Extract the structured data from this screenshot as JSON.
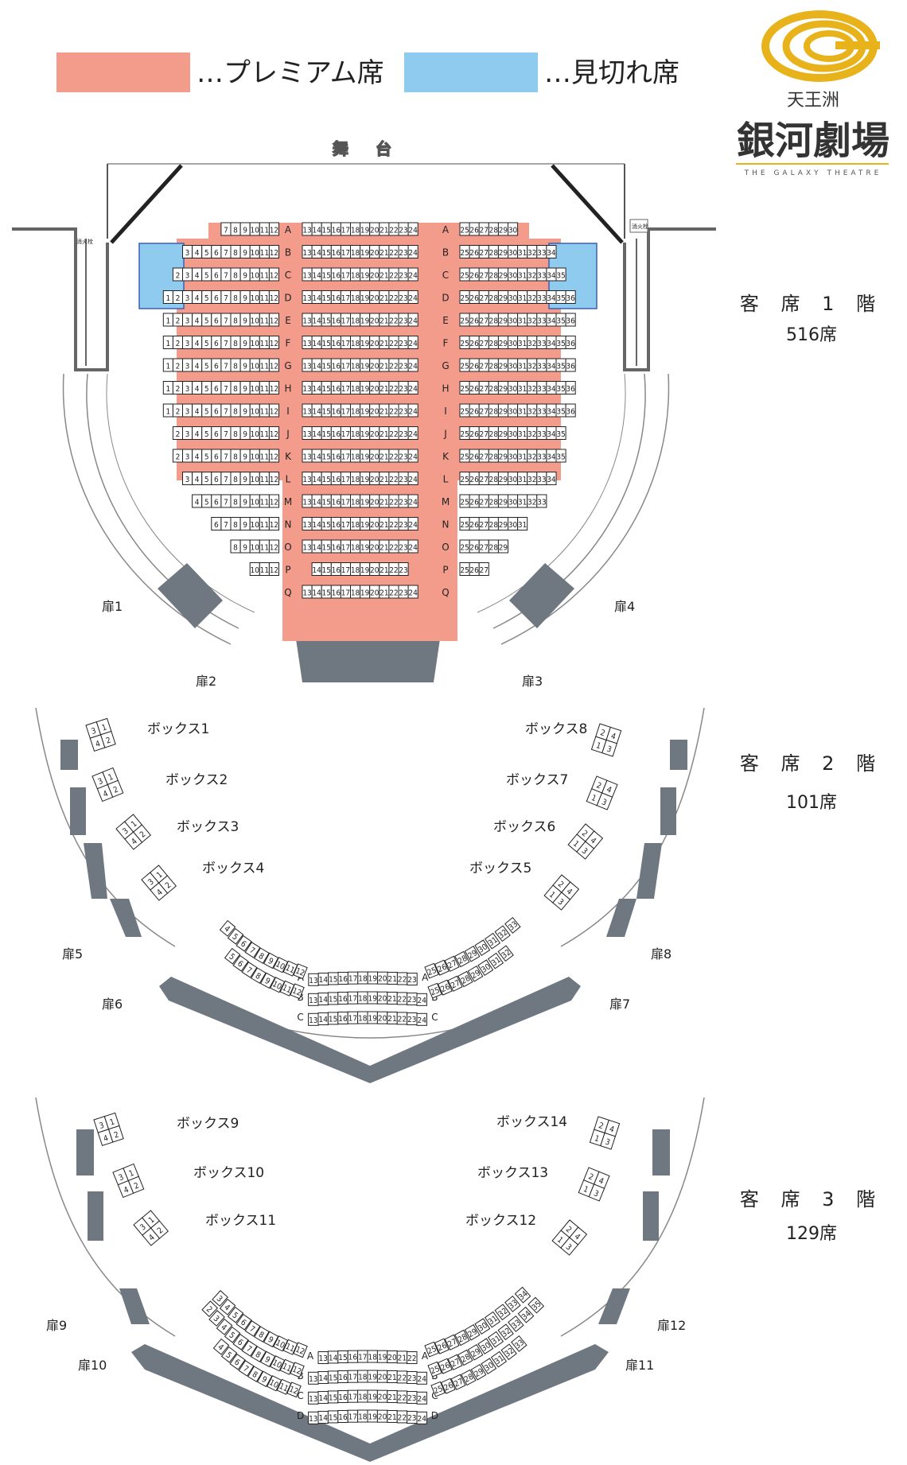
{
  "legend": {
    "premium": {
      "label": "…プレミアム席",
      "color": "#f39c8c"
    },
    "obstructed": {
      "label": "…見切れ席",
      "color": "#8ecbee"
    }
  },
  "logo": {
    "line1": "天王洲",
    "line2": "銀河劇場",
    "english": "THE GALAXY THEATRE"
  },
  "stage_label": "舞 台",
  "floors": [
    {
      "label": "客 席 1 階",
      "capacity": "516席"
    },
    {
      "label": "客 席 2 階",
      "capacity": "101席"
    },
    {
      "label": "客 席 3 階",
      "capacity": "129席"
    }
  ],
  "doors": [
    "扉1",
    "扉2",
    "扉3",
    "扉4",
    "扉5",
    "扉6",
    "扉7",
    "扉8",
    "扉9",
    "扉10",
    "扉11",
    "扉12"
  ],
  "boxes": [
    "ボックス1",
    "ボックス2",
    "ボックス3",
    "ボックス4",
    "ボックス5",
    "ボックス6",
    "ボックス7",
    "ボックス8",
    "ボックス9",
    "ボックス10",
    "ボックス11",
    "ボックス12",
    "ボックス13",
    "ボックス14"
  ],
  "hydrant_label": "消火栓",
  "floor1_rows": [
    {
      "row": "A",
      "left": [
        7,
        12
      ],
      "center": [
        13,
        24
      ],
      "right": [
        25,
        30
      ]
    },
    {
      "row": "B",
      "left": [
        3,
        12
      ],
      "center": [
        13,
        24
      ],
      "right": [
        25,
        34
      ]
    },
    {
      "row": "C",
      "left": [
        2,
        12
      ],
      "center": [
        13,
        24
      ],
      "right": [
        25,
        35
      ]
    },
    {
      "row": "D",
      "left": [
        1,
        12
      ],
      "center": [
        13,
        24
      ],
      "right": [
        25,
        36
      ]
    },
    {
      "row": "E",
      "left": [
        1,
        12
      ],
      "center": [
        13,
        24
      ],
      "right": [
        25,
        36
      ]
    },
    {
      "row": "F",
      "left": [
        1,
        12
      ],
      "center": [
        13,
        24
      ],
      "right": [
        25,
        36
      ]
    },
    {
      "row": "G",
      "left": [
        1,
        12
      ],
      "center": [
        13,
        24
      ],
      "right": [
        25,
        36
      ]
    },
    {
      "row": "H",
      "left": [
        1,
        12
      ],
      "center": [
        13,
        24
      ],
      "right": [
        25,
        36
      ]
    },
    {
      "row": "I",
      "left": [
        1,
        12
      ],
      "center": [
        13,
        24
      ],
      "right": [
        25,
        36
      ]
    },
    {
      "row": "J",
      "left": [
        2,
        12
      ],
      "center": [
        13,
        24
      ],
      "right": [
        25,
        35
      ]
    },
    {
      "row": "K",
      "left": [
        2,
        12
      ],
      "center": [
        13,
        24
      ],
      "right": [
        25,
        35
      ]
    },
    {
      "row": "L",
      "left": [
        3,
        12
      ],
      "center": [
        13,
        24
      ],
      "right": [
        25,
        34
      ]
    },
    {
      "row": "M",
      "left": [
        4,
        12
      ],
      "center": [
        13,
        24
      ],
      "right": [
        25,
        33
      ]
    },
    {
      "row": "N",
      "left": [
        6,
        12
      ],
      "center": [
        13,
        24
      ],
      "right": [
        25,
        31
      ]
    },
    {
      "row": "O",
      "left": [
        8,
        12
      ],
      "center": [
        13,
        24
      ],
      "right": [
        25,
        29
      ]
    },
    {
      "row": "P",
      "left": [
        10,
        12
      ],
      "center": [
        14,
        23
      ],
      "right": [
        25,
        27
      ]
    },
    {
      "row": "Q",
      "left": null,
      "center": [
        13,
        24
      ],
      "right": null
    }
  ],
  "floor2_rows": [
    {
      "row": "A",
      "left": [
        4,
        12
      ],
      "center": [
        13,
        23
      ],
      "right": [
        25,
        33
      ]
    },
    {
      "row": "B",
      "left": [
        5,
        12
      ],
      "center": [
        13,
        24
      ],
      "right": [
        25,
        32
      ]
    },
    {
      "row": "C",
      "left": null,
      "center": [
        13,
        24
      ],
      "right": null
    }
  ],
  "floor3_rows": [
    {
      "row": "A",
      "left": [
        3,
        12
      ],
      "center": [
        13,
        22
      ],
      "right": [
        25,
        34
      ]
    },
    {
      "row": "B",
      "left": [
        2,
        12
      ],
      "center": [
        13,
        24
      ],
      "right": [
        25,
        35
      ]
    },
    {
      "row": "C",
      "left": [
        4,
        12
      ],
      "center": [
        13,
        24
      ],
      "right": [
        25,
        33
      ]
    },
    {
      "row": "D",
      "left": null,
      "center": [
        13,
        24
      ],
      "right": null
    }
  ]
}
